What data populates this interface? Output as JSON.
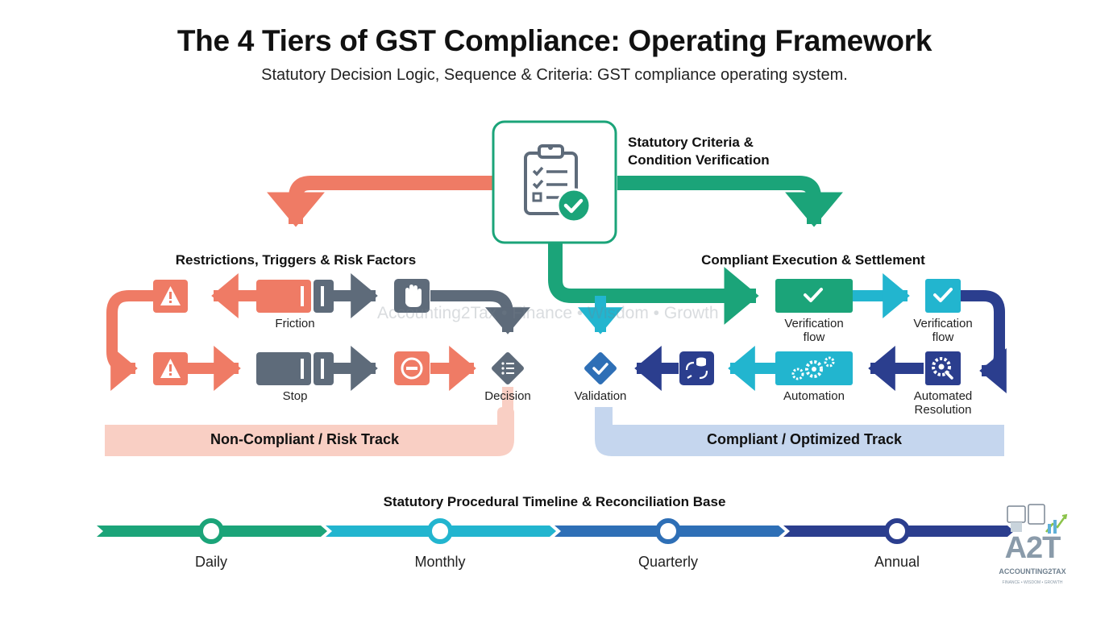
{
  "header": {
    "title": "The 4 Tiers of GST Compliance: Operating Framework",
    "subtitle": "Statutory Decision Logic, Sequence & Criteria: GST compliance operating system."
  },
  "center": {
    "label": "Statutory Criteria & Condition Verification",
    "label_line1": "Statutory Criteria &",
    "label_line2": "Condition Verification"
  },
  "left_branch": {
    "heading": "Restrictions, Triggers & Risk Factors",
    "nodes": {
      "friction": "Friction",
      "stop": "Stop",
      "decision": "Decision"
    },
    "track_label": "Non-Compliant / Risk Track"
  },
  "right_branch": {
    "heading": "Compliant Execution & Settlement",
    "nodes": {
      "verification_1": "Verification flow",
      "verification_1_line1": "Verification",
      "verification_1_line2": "flow",
      "verification_2": "Verification flow",
      "verification_2_line1": "Verification",
      "verification_2_line2": "flow",
      "validation": "Validation",
      "automation": "Automation",
      "automated_resolution": "Automated Resolution",
      "automated_resolution_line1": "Automated",
      "automated_resolution_line2": "Resolution"
    },
    "track_label": "Compliant / Optimized Track"
  },
  "timeline": {
    "heading": "Statutory Procedural Timeline & Reconciliation Base",
    "stages": [
      "Daily",
      "Monthly",
      "Quarterly",
      "Annual"
    ]
  },
  "watermark": "Accounting2Tax • Finance • Wisdom • Growth",
  "logo": {
    "mark": "A2T",
    "name": "ACCOUNTING2TAX",
    "tagline": "FINANCE • WISDOM • GROWTH"
  },
  "colors": {
    "risk": "#EF7B65",
    "risk_light": "#F9CFC4",
    "neutral": "#5E6B7A",
    "green": "#1BA479",
    "cyan": "#22B5CF",
    "blue": "#2E6FB6",
    "navy": "#2B3E8E",
    "compliant_light": "#C5D6EE"
  }
}
